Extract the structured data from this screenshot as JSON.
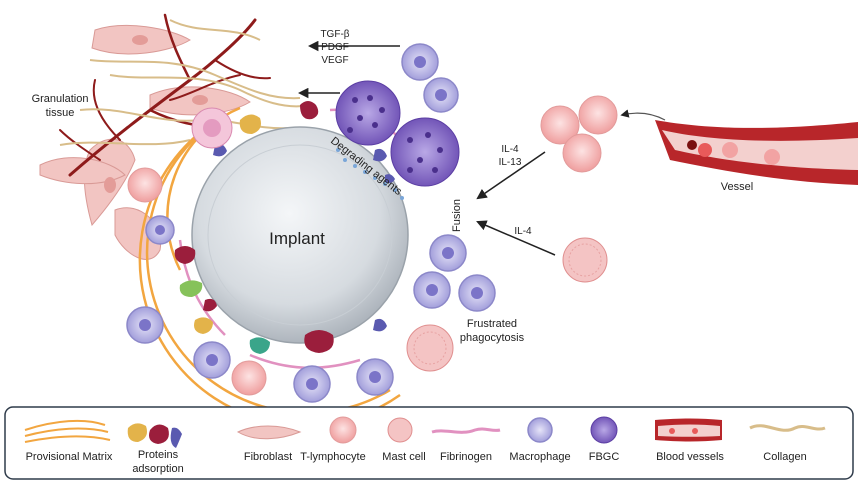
{
  "diagram": {
    "implant_label": "Implant",
    "degrading_agents_label": "Degrading agents",
    "granulation_label_line1": "Granulation",
    "granulation_label_line2": "tissue",
    "growth_factors": [
      "TGF-β",
      "PDGF",
      "VEGF"
    ],
    "il4_il13": [
      "IL-4",
      "IL-13"
    ],
    "il4": "IL-4",
    "fusion_label": "Fusion",
    "vessel_label": "Vessel",
    "frustrated_line1": "Frustrated",
    "frustrated_line2": "phagocytosis"
  },
  "legend": {
    "provisional_matrix": "Provisional Matrix",
    "proteins_line1": "Proteins",
    "proteins_line2": "adsorption",
    "fibroblast": "Fibroblast",
    "t_lymphocyte": "T-lymphocyte",
    "mast_cell": "Mast cell",
    "fibrinogen": "Fibrinogen",
    "macrophage": "Macrophage",
    "fbgc": "FBGC",
    "blood_vessels": "Blood vessels",
    "collagen": "Collagen"
  },
  "colors": {
    "implant": "#d9dde2",
    "macrophage": "#a9a6dd",
    "fbgc": "#7d5fc0",
    "lymphocyte": "#f3b6b6",
    "vessel": "#b8262a",
    "matrix": "#f2a640",
    "fibroblast": "#f2c5c2"
  }
}
